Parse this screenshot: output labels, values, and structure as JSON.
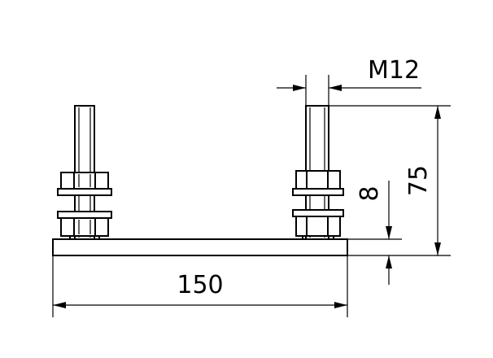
{
  "dimensions": {
    "thread": "M12",
    "height": "75",
    "plate_thickness": "8",
    "length": "150"
  }
}
